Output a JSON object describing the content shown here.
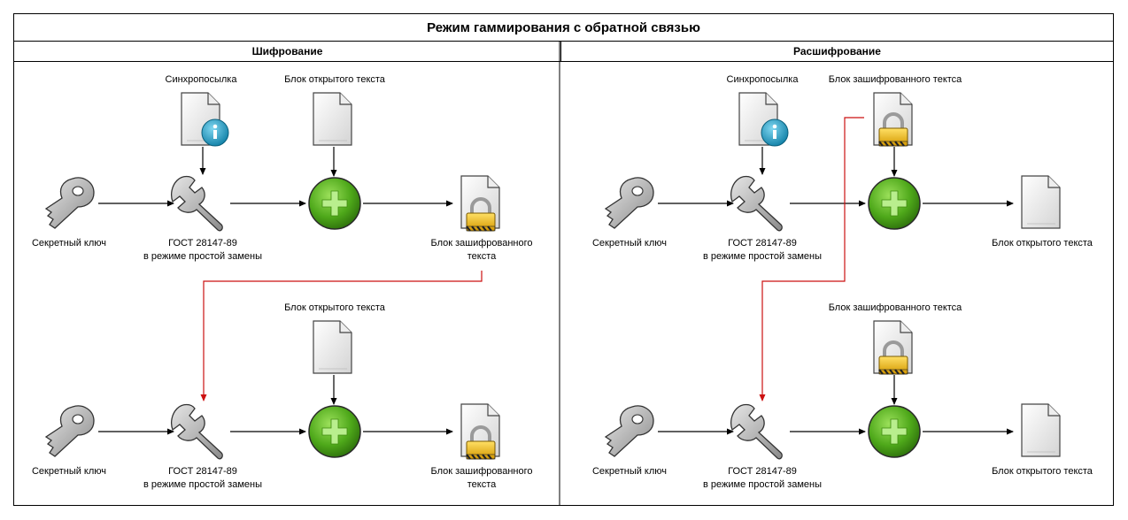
{
  "title": "Режим гаммирования с обратной связью",
  "columns": {
    "encryption": "Шифрование",
    "decryption": "Расшифрование"
  },
  "labels": {
    "sync": "Синхропосылка",
    "plain_block": "Блок открытого текста",
    "cipher_block": "Блок зашифрованного тектса",
    "cipher_result_line1": "Блок зашифрованного",
    "cipher_result_line2": "текста",
    "key": "Секретный ключ",
    "gost_line1": "ГОСТ 28147-89",
    "gost_line2": "в режиме простой замены"
  },
  "icons": {
    "key": "key-icon",
    "wrench": "wrench-icon",
    "plus": "plus-circle-icon",
    "document": "document-icon",
    "info_document": "document-info-icon",
    "locked_document": "document-lock-icon"
  },
  "colors": {
    "feedback_line": "#cc1111",
    "plus_green": "#4ea81a",
    "info_blue": "#1aa0c8",
    "lock_gold": "#e8b000"
  }
}
